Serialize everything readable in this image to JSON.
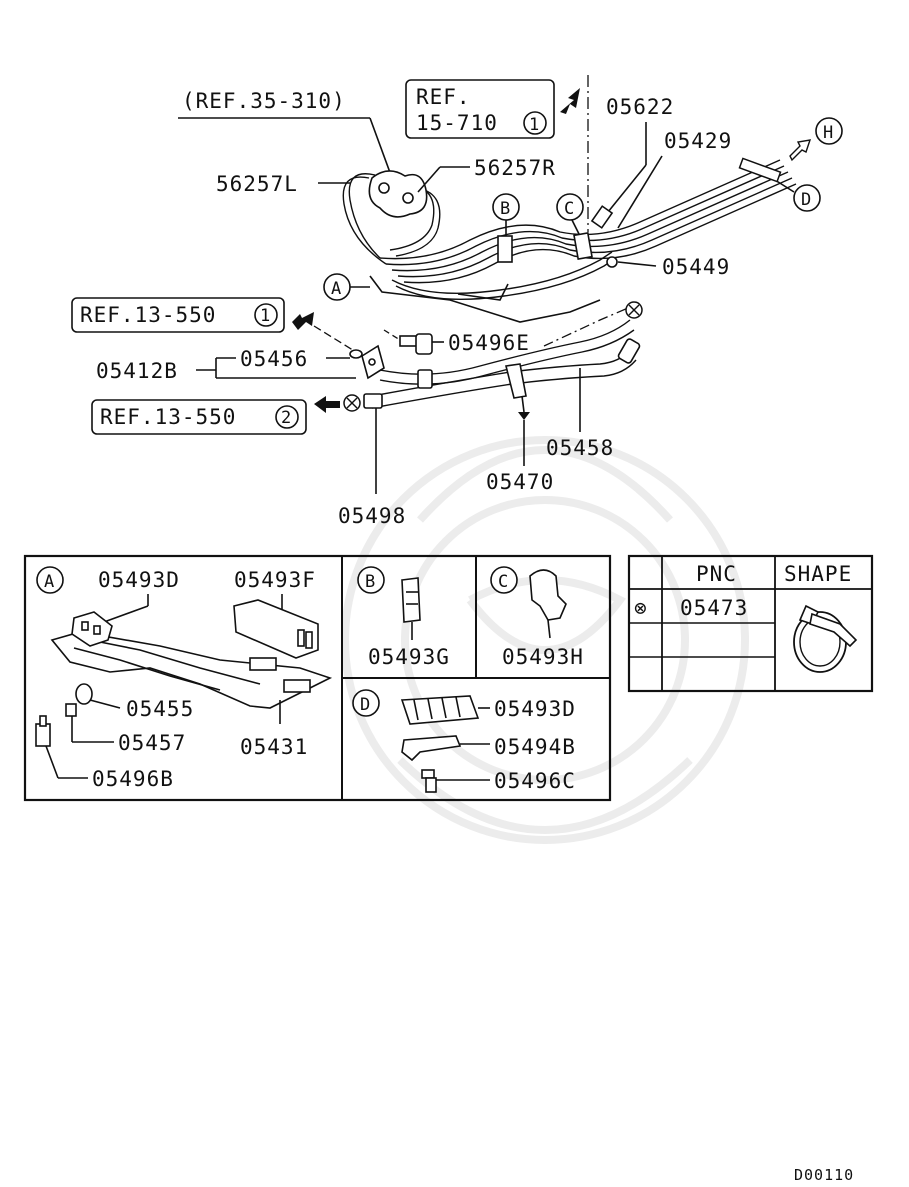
{
  "labels": {
    "ref_35_310": "(REF.35-310)",
    "ref_15_710_a": "REF.",
    "ref_15_710_b": "15-710",
    "ref_15_710_num": "1",
    "p05622": "05622",
    "p05429": "05429",
    "h": "H",
    "d": "D",
    "p56257R": "56257R",
    "p56257L": "56257L",
    "b": "B",
    "c": "C",
    "a": "A",
    "p05449": "05449",
    "ref_13_550_1": "REF.13-550",
    "ref_13_550_1_num": "1",
    "p05496E": "05496E",
    "p05412B": "05412B",
    "p05456": "05456",
    "ref_13_550_2": "REF.13-550",
    "ref_13_550_2_num": "2",
    "p05458": "05458",
    "p05470": "05470",
    "p05498": "05498"
  },
  "detail": {
    "a_tag": "A",
    "p05493D_a": "05493D",
    "p05493F": "05493F",
    "p05455": "05455",
    "p05457": "05457",
    "p05431": "05431",
    "p05496B": "05496B",
    "b_tag": "B",
    "p05493G": "05493G",
    "c_tag": "C",
    "p05493H": "05493H",
    "d_tag": "D",
    "p05493D_d": "05493D",
    "p05494B": "05494B",
    "p05496C": "05496C"
  },
  "table": {
    "header_pnc": "PNC",
    "header_shape": "SHAPE",
    "rows": [
      {
        "symbol": "⊗",
        "pnc": "05473"
      },
      {
        "symbol": "",
        "pnc": ""
      },
      {
        "symbol": "",
        "pnc": ""
      }
    ]
  },
  "footer": {
    "code": "D00110"
  }
}
